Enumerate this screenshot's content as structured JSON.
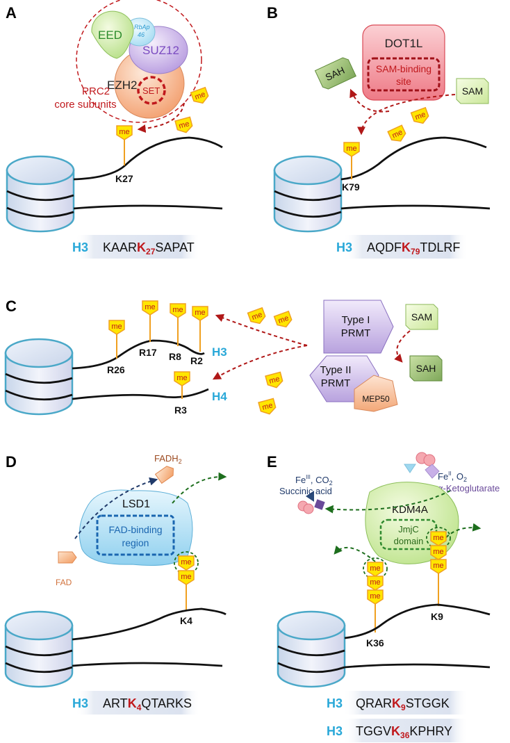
{
  "panels": {
    "A": {
      "letter": "A",
      "subunits": {
        "eed": "EED",
        "rbap_line1": "RbAp",
        "rbap_line2": "46",
        "suz12": "SUZ12",
        "ezh2": "EZH2",
        "set": "SET"
      },
      "complex_line1": "PRC2",
      "complex_line2": "core subunits",
      "me": "me",
      "site": "K27",
      "seq": {
        "histone": "H3",
        "pre": "KAAR",
        "k": "K",
        "sub": "27",
        "post": "SAPAT"
      }
    },
    "B": {
      "letter": "B",
      "enzyme": "DOT1L",
      "site_line1": "SAM-binding",
      "site_line2": "site",
      "sah": "SAH",
      "sam": "SAM",
      "me": "me",
      "site": "K79",
      "seq": {
        "histone": "H3",
        "pre": "AQDF",
        "k": "K",
        "sub": "79",
        "post": "TDLRF"
      }
    },
    "C": {
      "letter": "C",
      "type1_line1": "Type I",
      "type1_line2": "PRMT",
      "type2_line1": "Type II",
      "type2_line2": "PRMT",
      "mep50": "MEP50",
      "sam": "SAM",
      "sah": "SAH",
      "me": "me",
      "sites": {
        "r26": "R26",
        "r17": "R17",
        "r8": "R8",
        "r2": "R2",
        "r3": "R3"
      },
      "h3": "H3",
      "h4": "H4"
    },
    "D": {
      "letter": "D",
      "enzyme": "LSD1",
      "region_line1": "FAD-binding",
      "region_line2": "region",
      "fadh2": "FADH",
      "fadh2_sub": "2",
      "fad": "FAD",
      "me": "me",
      "site": "K4",
      "seq": {
        "histone": "H3",
        "pre": "ART",
        "k": "K",
        "sub": "4",
        "post": "QTARKS"
      }
    },
    "E": {
      "letter": "E",
      "enzyme": "KDM4A",
      "domain_line1": "JmjC",
      "domain_line2": "domain",
      "fe3": "Fe",
      "fe3_sup": "III",
      "co2": ", CO",
      "co2_sub": "2",
      "succinic": "Succinic acid",
      "fe2": "Fe",
      "fe2_sup": "II",
      "o2": ", O",
      "o2_sub": "2",
      "akg": "α-Ketoglutarate",
      "me": "me",
      "site_k36": "K36",
      "site_k9": "K9",
      "seq1": {
        "histone": "H3",
        "pre": "QRAR",
        "k": "K",
        "sub": "9",
        "post": "STGGK"
      },
      "seq2": {
        "histone": "H3",
        "pre": "TGGV",
        "k": "K",
        "sub": "36",
        "post": "KPHRY"
      }
    }
  },
  "colors": {
    "red": "#c0181c",
    "blue": "#29a8d8",
    "mark_fill": "#ffe600",
    "mark_stroke": "#f0a020",
    "nuc": "#4aa8c8",
    "arrow_red": "#b01818",
    "arrow_green": "#1d6e1d",
    "arrow_navy": "#203a6a"
  }
}
